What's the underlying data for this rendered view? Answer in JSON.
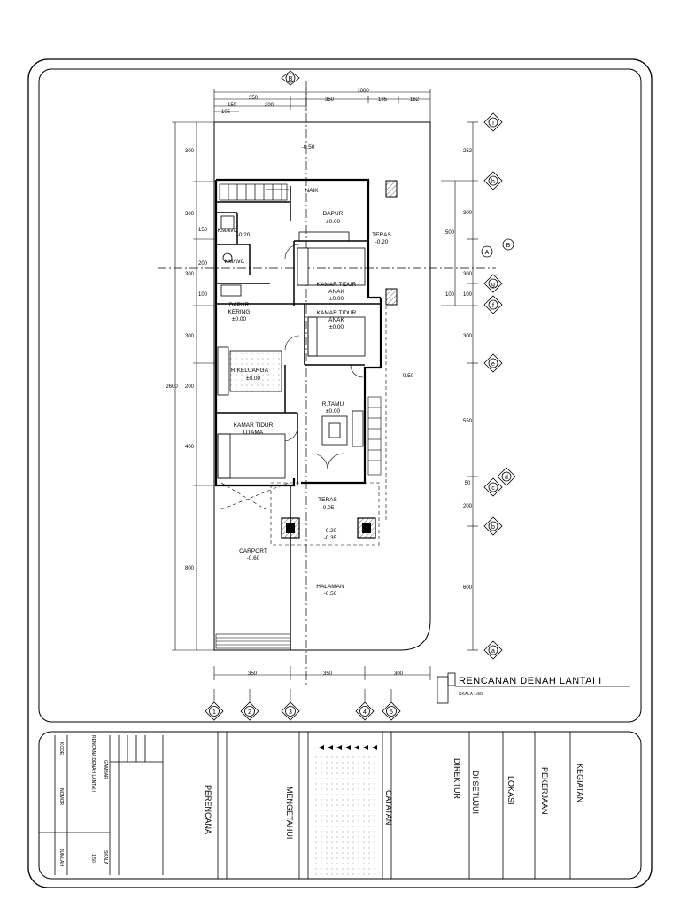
{
  "drawing": {
    "title": "RENCANAN DENAH LANTAI I",
    "scale": "SKALA 1:50"
  },
  "rooms": {
    "dapur": "DAPUR",
    "dapur_level": "±0.00",
    "teras_side": "TERAS",
    "teras_side_level": "-0.20",
    "naik": "NAIK",
    "kmwc_top": "KM/WC",
    "kmwc_top_level": "-0.20",
    "kmwc": "KM/WC",
    "ktidur_anak1": "KAMAR TIDUR",
    "ktidur_anak1_b": "ANAK",
    "ktidur_anak1_level": "±0.00",
    "ktidur_anak2": "KAMAR TIDUR",
    "ktidur_anak2_b": "ANAK",
    "ktidur_anak2_level": "±0.00",
    "dapur_kering": "DAPUR",
    "dapur_kering_b": "KERING",
    "dapur_kering_level": "±0.00",
    "r_keluarga": "R.KELUARGA",
    "r_keluarga_level": "±0.00",
    "r_tamu": "R.TAMU",
    "r_tamu_level": "±0.00",
    "ktidur_utama": "KAMAR TIDUR",
    "ktidur_utama_b": "UTAMA",
    "teras": "TERAS",
    "teras_level": "-0.05",
    "lvl_020": "-0.20",
    "lvl_035": "-0.35",
    "carport": "CARPORT",
    "carport_level": "-0.60",
    "halaman": "HALAMAN",
    "halaman_level": "-0.50",
    "top_level": "-0.50",
    "side_level": "-0.50"
  },
  "dims": {
    "top_total": "1000",
    "top_a": "350",
    "top_b": "350",
    "top_c": "135",
    "top_d": "162",
    "top_e": "150",
    "top_f": "200",
    "top_g": "105",
    "left_1": "300",
    "left_2": "300",
    "left_3": "150",
    "left_4": "200",
    "left_5": "300",
    "left_6": "100",
    "left_7": "300",
    "left_8": "200",
    "left_9": "400",
    "left_10": "800",
    "left_total": "2600",
    "right_1": "252",
    "right_2": "300",
    "right_3": "500",
    "right_4": "300",
    "right_5": "100",
    "right_6": "100",
    "right_7": "300",
    "right_8": "550",
    "right_9": "50",
    "right_10": "200",
    "right_11": "600",
    "bot_a": "350",
    "bot_b": "350",
    "bot_c": "300"
  },
  "grid": {
    "top": "B",
    "axis_a": "A",
    "axis_b": "B",
    "cols": [
      "1",
      "2",
      "3",
      "4",
      "5"
    ],
    "rows": [
      "i",
      "h",
      "g",
      "f",
      "e",
      "d",
      "c",
      "b",
      "a"
    ]
  },
  "titleblock": {
    "gambar": "GAMBAR",
    "gambar_val": "RENCANA DENAH LANTAI I",
    "skala": "SKALA",
    "skala_val": "1:50",
    "nomor": "NOMOR",
    "kode": "KODE",
    "jumlah": "JUMLAH",
    "perencana": "PERENCANA",
    "mengetahui": "MENGETAHUI",
    "catatan": "CATATAN",
    "disetujui": "DI SETUJUI",
    "direktur": "DIREKTUR",
    "lokasi": "LOKASI",
    "pekerjaan": "PEKERJAAN",
    "kegiatan": "KEGIATAN"
  }
}
